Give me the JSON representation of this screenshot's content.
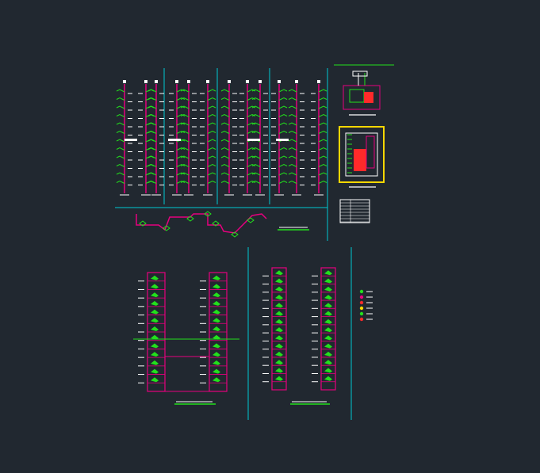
{
  "canvas": {
    "background": "#212830"
  },
  "colors": {
    "magenta": "#e6007e",
    "green": "#22e01c",
    "cyan": "#00c8d2",
    "white": "#ffffff",
    "red": "#ff2a2a",
    "yellow": "#ffd800"
  },
  "sheets": [
    {
      "name": "riser-diagrams"
    },
    {
      "name": "equipment-room-plan"
    },
    {
      "name": "legend-table"
    },
    {
      "name": "floor-plan-left-u"
    },
    {
      "name": "floor-plan-right-twin"
    }
  ]
}
